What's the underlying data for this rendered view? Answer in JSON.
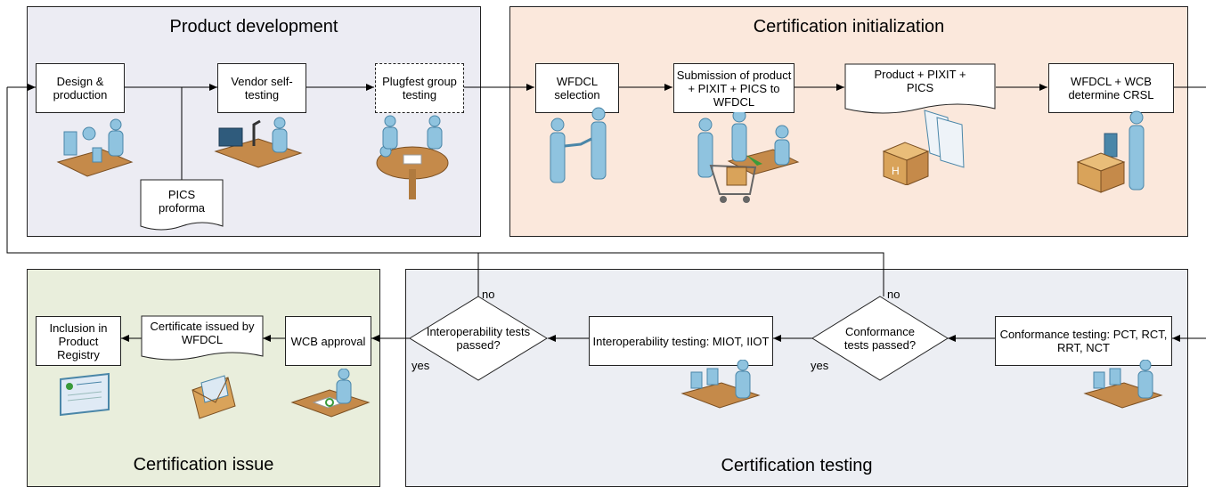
{
  "panels": {
    "product_development": "Product development",
    "certification_initialization": "Certification initialization",
    "certification_issue": "Certification issue",
    "certification_testing": "Certification testing"
  },
  "steps": {
    "design_production": "Design & production",
    "pics_proforma": "PICS proforma",
    "vendor_self_testing": "Vendor self-testing",
    "plugfest_group_testing": "Plugfest group testing",
    "wfdcl_selection": "WFDCL selection",
    "submission": "Submission of product + PIXIT + PICS to WFDCL",
    "product_pixit_pics": "Product + PIXIT + PICS",
    "wfdcl_wcb_crsl": "WFDCL + WCB determine CRSL",
    "conformance_testing": "Conformance testing: PCT, RCT, RRT, NCT",
    "conformance_passed": "Conformance tests passed?",
    "interop_testing": "Interoperability testing: MIOT, IIOT",
    "interop_passed": "Interoperability tests passed?",
    "wcb_approval": "WCB approval",
    "certificate_issued": "Certificate issued by WFDCL",
    "inclusion_registry": "Inclusion in Product Registry"
  },
  "edge_labels": {
    "no": "no",
    "yes": "yes"
  },
  "colors": {
    "product_development_bg": "#ececf3",
    "certification_initialization_bg": "#fbe8dc",
    "certification_issue_bg": "#e9eedc",
    "certification_testing_bg": "#eceef3",
    "figure": "#8fc3df",
    "figure_dark": "#4a86a8",
    "belt": "#c58a4a",
    "box_brown": "#d9a35a"
  }
}
